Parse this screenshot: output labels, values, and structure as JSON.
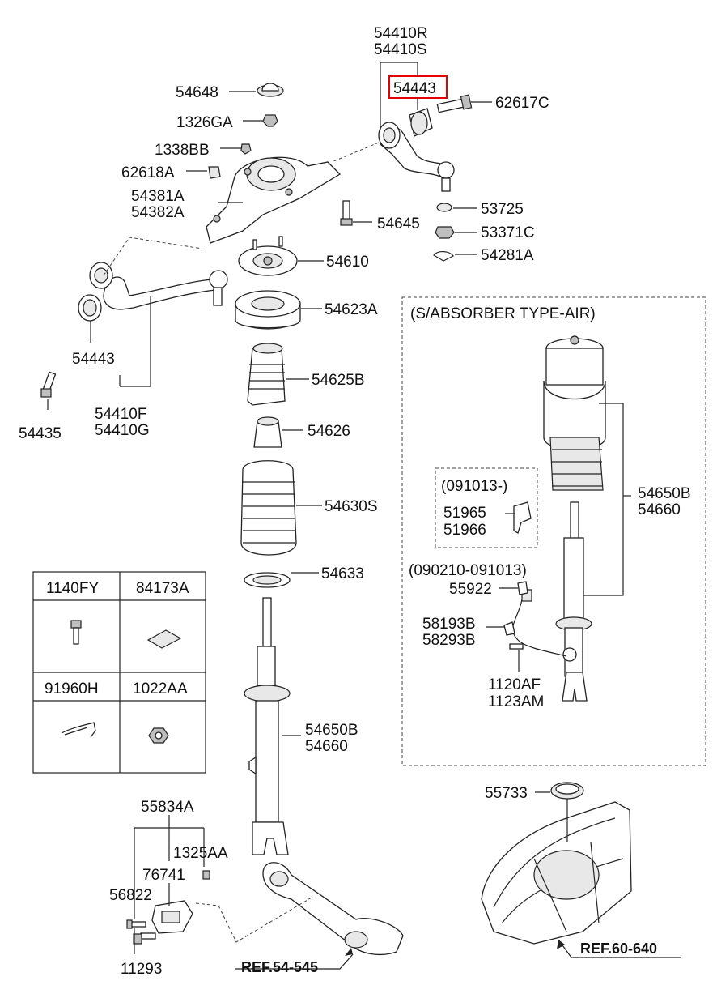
{
  "labels": {
    "l_54410R": "54410R",
    "l_54410S": "54410S",
    "l_54443_top": "54443",
    "l_62617C": "62617C",
    "l_54648": "54648",
    "l_1326GA": "1326GA",
    "l_1338BB": "1338BB",
    "l_62618A": "62618A",
    "l_54381A": "54381A",
    "l_54382A": "54382A",
    "l_53725": "53725",
    "l_54645": "54645",
    "l_53371C": "53371C",
    "l_54281A": "54281A",
    "l_54610": "54610",
    "l_54623A": "54623A",
    "l_54443_left": "54443",
    "l_54625B": "54625B",
    "l_54410F": "54410F",
    "l_54410G": "54410G",
    "l_54435": "54435",
    "l_54626": "54626",
    "l_54630S": "54630S",
    "l_54633": "54633",
    "l_54650B_main": "54650B",
    "l_54660_main": "54660",
    "l_55834A": "55834A",
    "l_1325AA": "1325AA",
    "l_76741": "76741",
    "l_56822": "56822",
    "l_11293": "11293",
    "l_55733": "55733"
  },
  "air_box": {
    "title": "(S/ABSORBER TYPE-AIR)",
    "sub_box_title": "(091013-)",
    "sub_51965": "51965",
    "sub_51966": "51966",
    "range_label": "(090210-091013)",
    "l_55922": "55922",
    "l_58193B": "58193B",
    "l_58293B": "58293B",
    "l_1120AF": "1120AF",
    "l_1123AM": "1123AM",
    "l_54650B": "54650B",
    "l_54660": "54660"
  },
  "parts_table": {
    "cells": [
      "1140FY",
      "84173A",
      "91960H",
      "1022AA"
    ]
  },
  "refs": {
    "ref_left": "REF.54-545",
    "ref_right": "REF.60-640"
  },
  "highlight_color": "#e60000"
}
